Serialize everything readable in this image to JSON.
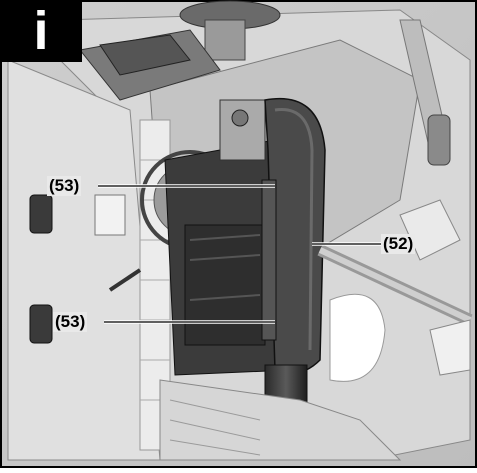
{
  "badge": {
    "letter": "i"
  },
  "callouts": {
    "upper_53": "(53)",
    "lower_53": "(53)",
    "part_52": "(52)"
  }
}
